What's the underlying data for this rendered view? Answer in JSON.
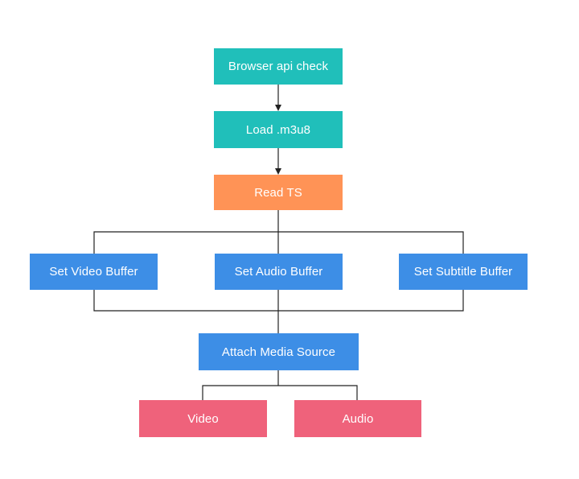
{
  "colors": {
    "teal": "#20bfba",
    "orange": "#ff9356",
    "blue": "#3d8ee6",
    "pink": "#ef627b",
    "line": "#222222"
  },
  "nodes": {
    "browser_api_check": "Browser api check",
    "load_m3u8": "Load .m3u8",
    "read_ts": "Read TS",
    "set_video_buffer": "Set Video Buffer",
    "set_audio_buffer": "Set Audio Buffer",
    "set_subtitle_buffer": "Set Subtitle Buffer",
    "attach_media_source": "Attach Media Source",
    "video": "Video",
    "audio": "Audio"
  }
}
